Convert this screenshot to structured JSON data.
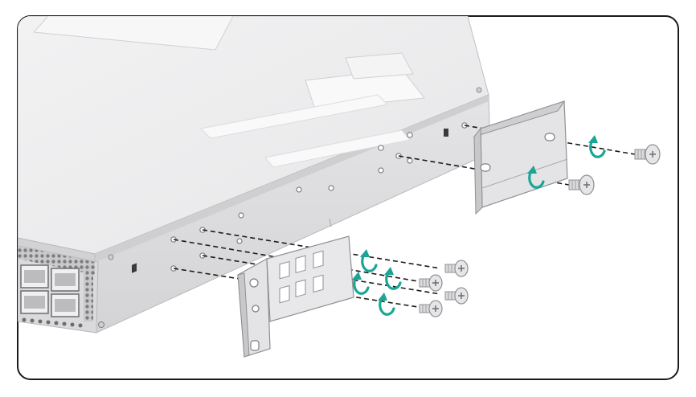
{
  "figure": {
    "description_visible_text": "",
    "colors": {
      "border": "#1a1a1a",
      "chassis_top": "#ededee",
      "chassis_side": "#dcdcde",
      "chassis_edge": "#bfc0c2",
      "label_panel": "#f6f6f7",
      "bracket": "#e2e2e4",
      "screw": "#d7d7d9",
      "arrow": "#1aa595",
      "hole": "#3a3a3a"
    },
    "icons": {
      "rotate_arrow": "clockwise-rotation-arrow",
      "screw": "phillips-screw"
    },
    "components": {
      "chassis": "switch-chassis",
      "front_bracket": "front-mounting-bracket",
      "rear_bracket": "rear-mounting-bracket",
      "front_screws": 4,
      "rear_screws": 2
    }
  }
}
